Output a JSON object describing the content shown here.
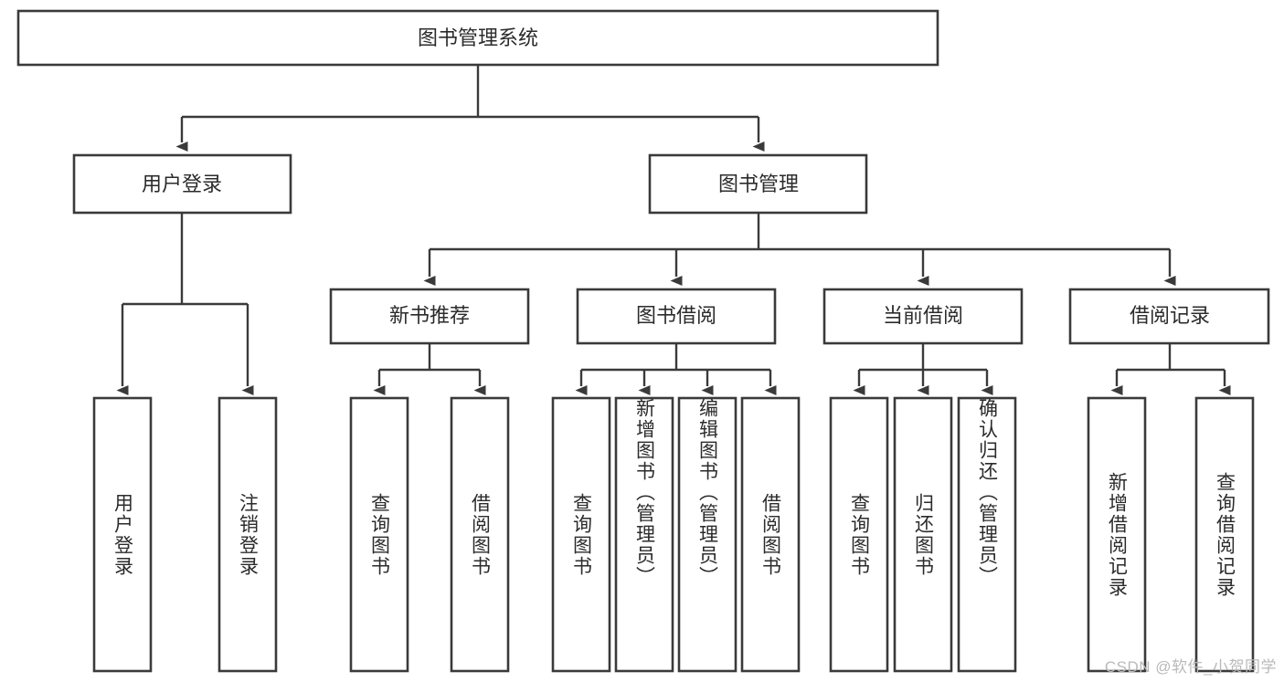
{
  "diagram": {
    "title": "图书管理系统",
    "watermark": "CSDN @软件_小贺同学",
    "colors": {
      "stroke": "#3a3a3a",
      "box_fill": "#ffffff",
      "text": "#2b2b2b",
      "watermark": "#b9b9b9",
      "background": "#ffffff"
    },
    "root": {
      "label": "图书管理系统"
    },
    "level1": [
      {
        "label": "用户登录"
      },
      {
        "label": "图书管理"
      }
    ],
    "level2": [
      {
        "label": "新书推荐"
      },
      {
        "label": "图书借阅"
      },
      {
        "label": "当前借阅"
      },
      {
        "label": "借阅记录"
      }
    ],
    "leaves": {
      "user_login": [
        {
          "label": "用户登录"
        },
        {
          "label": "注销登录"
        }
      ],
      "new_book_recommend": [
        {
          "label": "查询图书"
        },
        {
          "label": "借阅图书"
        }
      ],
      "book_borrow": [
        {
          "label": "查询图书"
        },
        {
          "label": "新增图书（管理员）"
        },
        {
          "label": "编辑图书（管理员）"
        },
        {
          "label": "借阅图书"
        }
      ],
      "current_borrow": [
        {
          "label": "查询图书"
        },
        {
          "label": "归还图书"
        },
        {
          "label": "确认归还（管理员）"
        }
      ],
      "borrow_record": [
        {
          "label": "新增借阅记录"
        },
        {
          "label": "查询借阅记录"
        }
      ]
    }
  }
}
